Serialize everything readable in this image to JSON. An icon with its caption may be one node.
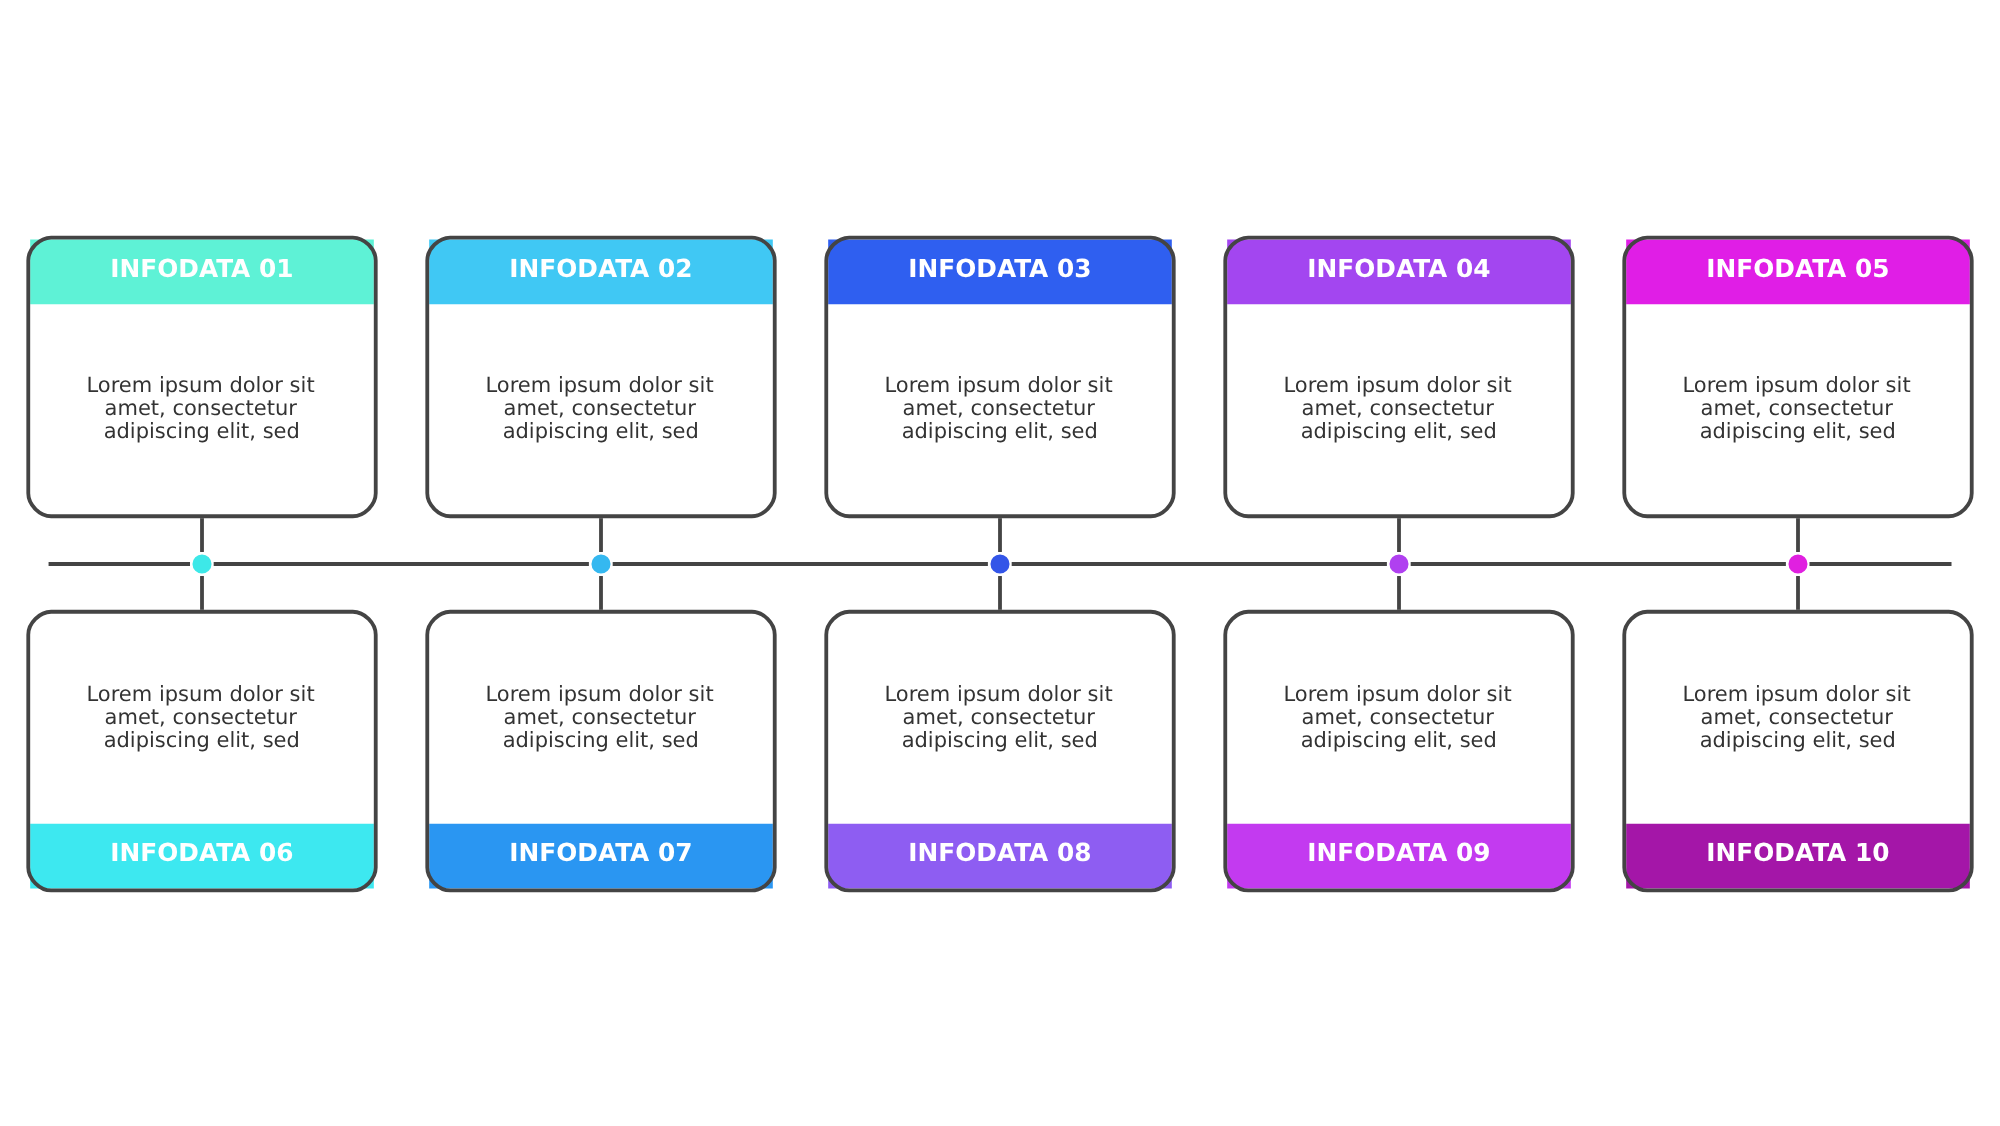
{
  "diagram": {
    "nodes": [
      {
        "text": [
          "INFODATA 01",
          "Lorem ipsum dolor sit amet, consectetur adipiscing elit, sed"
        ]
      },
      {
        "text": [
          "INFODATA 02",
          "Lorem ipsum dolor sit amet, consectetur adipiscing elit, sed"
        ]
      },
      {
        "text": [
          "INFODATA 03",
          "Lorem ipsum dolor sit amet, consectetur adipiscing elit, sed"
        ]
      },
      {
        "text": [
          "INFODATA 04",
          "Lorem ipsum dolor sit amet, consectetur adipiscing elit, sed"
        ]
      },
      {
        "text": [
          "INFODATA 05",
          "Lorem ipsum dolor sit amet, consectetur adipiscing elit, sed"
        ]
      },
      {
        "text": [],
        "shape": "circle"
      },
      {
        "text": [],
        "shape": "circle"
      },
      {
        "text": [],
        "shape": "circle"
      },
      {
        "text": [],
        "shape": "circle"
      },
      {
        "text": [],
        "shape": "circle"
      },
      {
        "text": [
          "Lorem ipsum dolor sit amet, consectetur adipiscing elit, sed",
          "INFODATA 06"
        ]
      },
      {
        "text": [
          "Lorem ipsum dolor sit amet, consectetur adipiscing elit, sed",
          "INFODATA 07"
        ]
      },
      {
        "text": [
          "Lorem ipsum dolor sit amet, consectetur adipiscing elit, sed",
          "INFODATA 08"
        ]
      },
      {
        "text": [
          "Lorem ipsum dolor sit amet, consectetur adipiscing elit, sed",
          "INFODATA 09"
        ]
      },
      {
        "text": [
          "Lorem ipsum dolor sit amet, consectetur adipiscing elit, sed",
          "INFODATA 10"
        ]
      }
    ],
    "edges": [
      {
        "from": null,
        "to": 5,
        "arrow": "none"
      },
      {
        "from": 5,
        "to": 6,
        "arrow": "none"
      },
      {
        "from": 6,
        "to": 7,
        "arrow": "none"
      },
      {
        "from": 7,
        "to": 8,
        "arrow": "none"
      },
      {
        "from": 8,
        "to": 9,
        "arrow": "none"
      },
      {
        "from": 9,
        "to": null,
        "arrow": "none"
      },
      {
        "from": 0,
        "to": 5,
        "arrow": "none"
      },
      {
        "from": 1,
        "to": 6,
        "arrow": "none"
      },
      {
        "from": 2,
        "to": 7,
        "arrow": "none"
      },
      {
        "from": 3,
        "to": 8,
        "arrow": "none"
      },
      {
        "from": 4,
        "to": 9,
        "arrow": "none"
      },
      {
        "from": 5,
        "to": 10,
        "arrow": "none"
      },
      {
        "from": 6,
        "to": 11,
        "arrow": "none"
      },
      {
        "from": 7,
        "to": 12,
        "arrow": "none"
      },
      {
        "from": 8,
        "to": 13,
        "arrow": "none"
      },
      {
        "from": 9,
        "to": 14,
        "arrow": "none"
      }
    ]
  }
}
